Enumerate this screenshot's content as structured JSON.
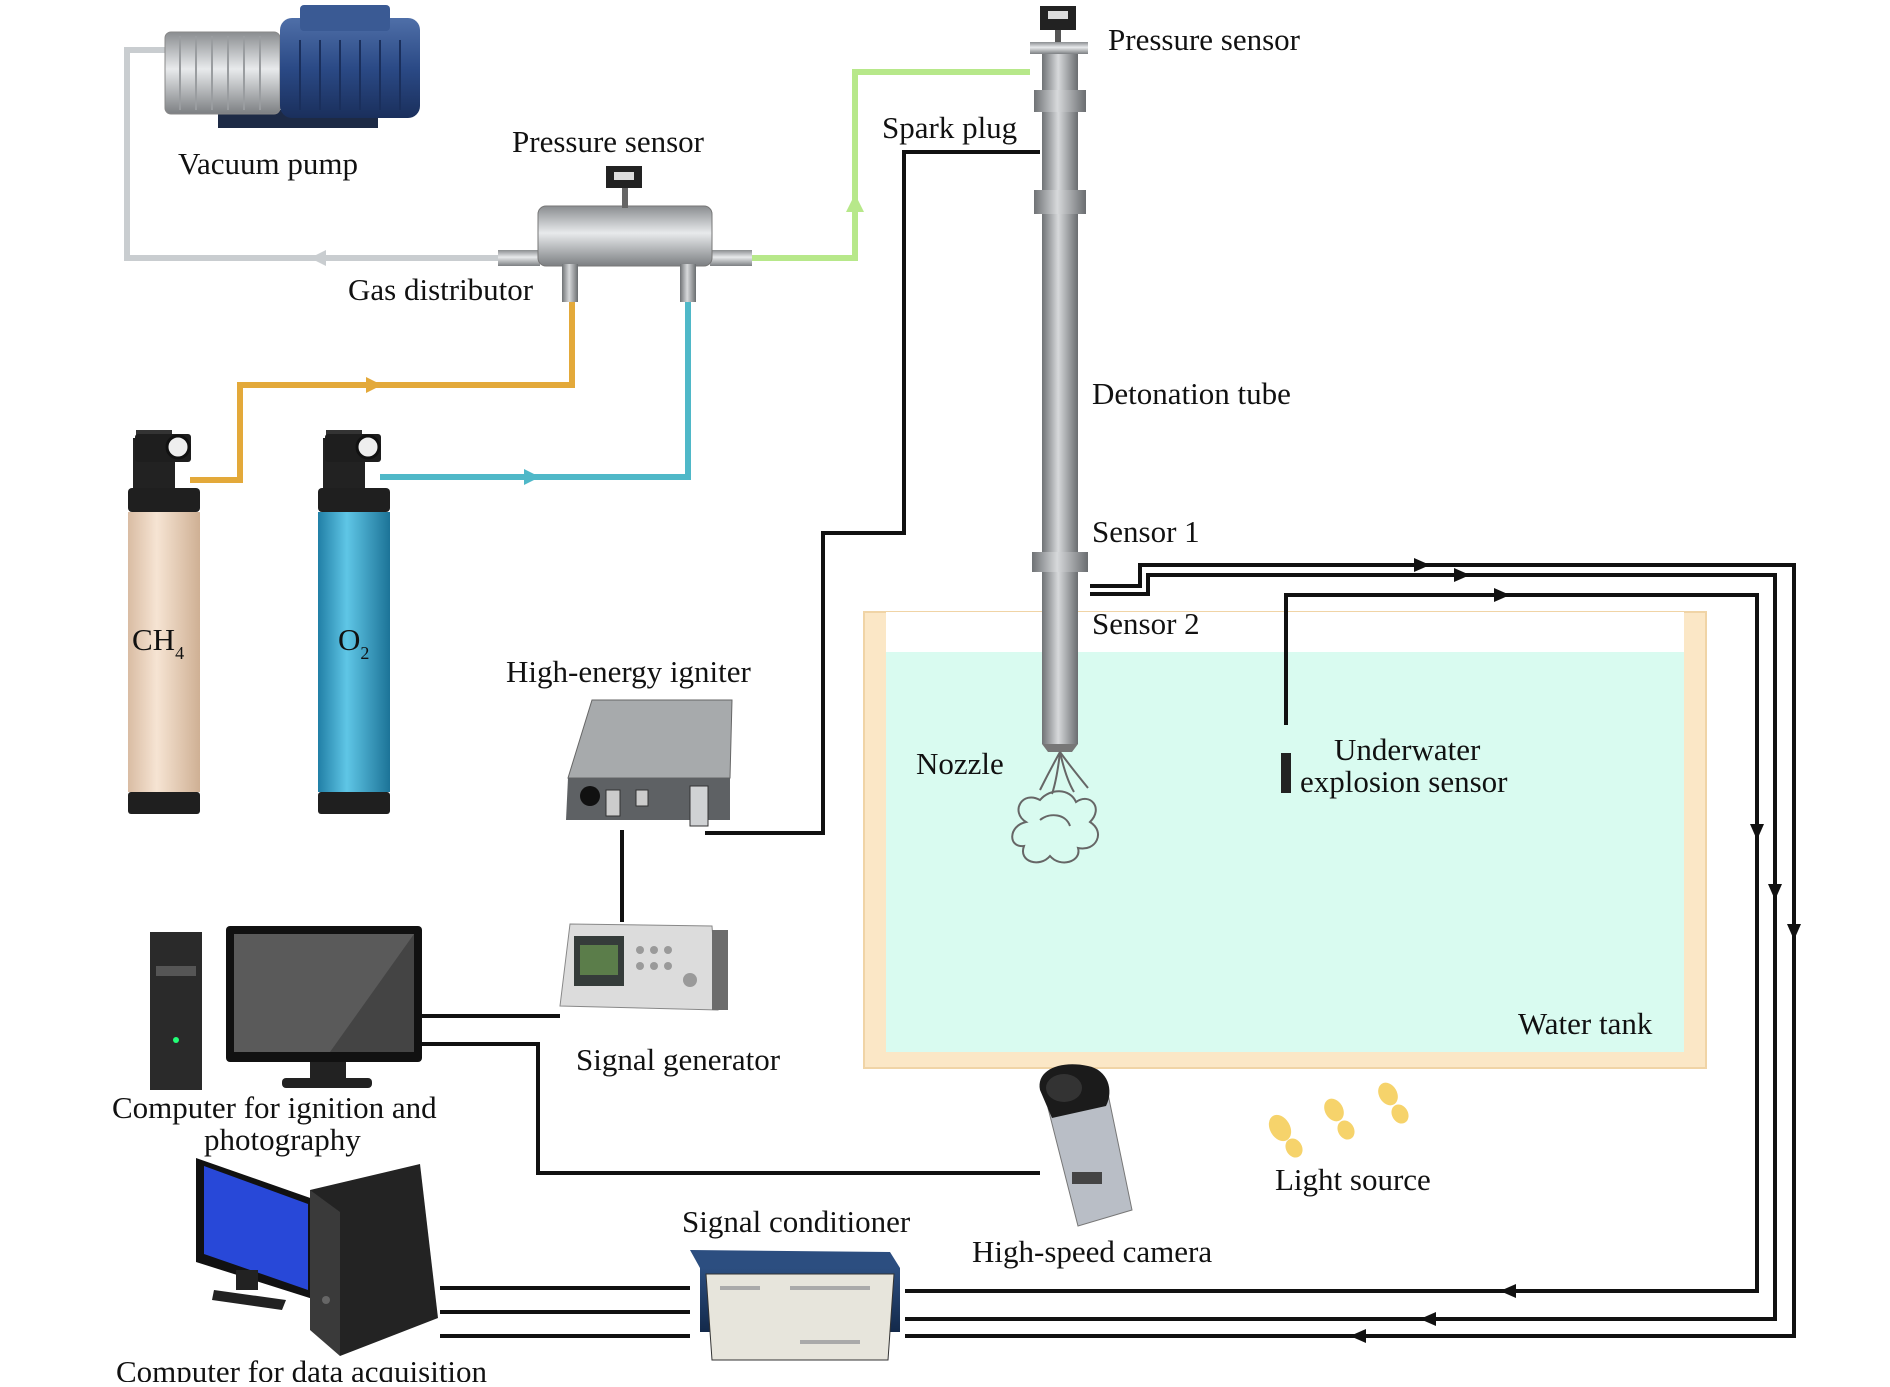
{
  "labels": {
    "vacuum_pump": "Vacuum pump",
    "pressure_sensor_distributor": "Pressure sensor",
    "gas_distributor": "Gas distributor",
    "pressure_sensor_top": "Pressure sensor",
    "spark_plug": "Spark plug",
    "detonation_tube": "Detonation tube",
    "sensor_1": "Sensor 1",
    "sensor_2": "Sensor 2",
    "nozzle": "Nozzle",
    "underwater_sensor_line1": "Underwater",
    "underwater_sensor_line2": "explosion sensor",
    "water_tank": "Water tank",
    "high_energy_igniter": "High-energy igniter",
    "signal_generator": "Signal generator",
    "computer_ignition_line1": "Computer for ignition and",
    "computer_ignition_line2": "photography",
    "light_source": "Light source",
    "high_speed_camera": "High-speed camera",
    "signal_conditioner": "Signal conditioner",
    "computer_data_acquisition": "Computer for data acquisition"
  },
  "cylinders": {
    "ch4": {
      "base": "CH",
      "sub": "4"
    },
    "o2": {
      "base": "O",
      "sub": "2"
    }
  },
  "colors": {
    "ch4_line": "#e3a93a",
    "o2_line": "#4fb8c8",
    "outlet_line": "#b7e88a",
    "vacuum_line": "#c9cdd0",
    "signal_line": "#111111",
    "water": "#d9fbf0",
    "tank_wall": "#fbe7c6",
    "ch4_cylinder": "#f1d9c2",
    "o2_cylinder": "#3fa6c9"
  }
}
